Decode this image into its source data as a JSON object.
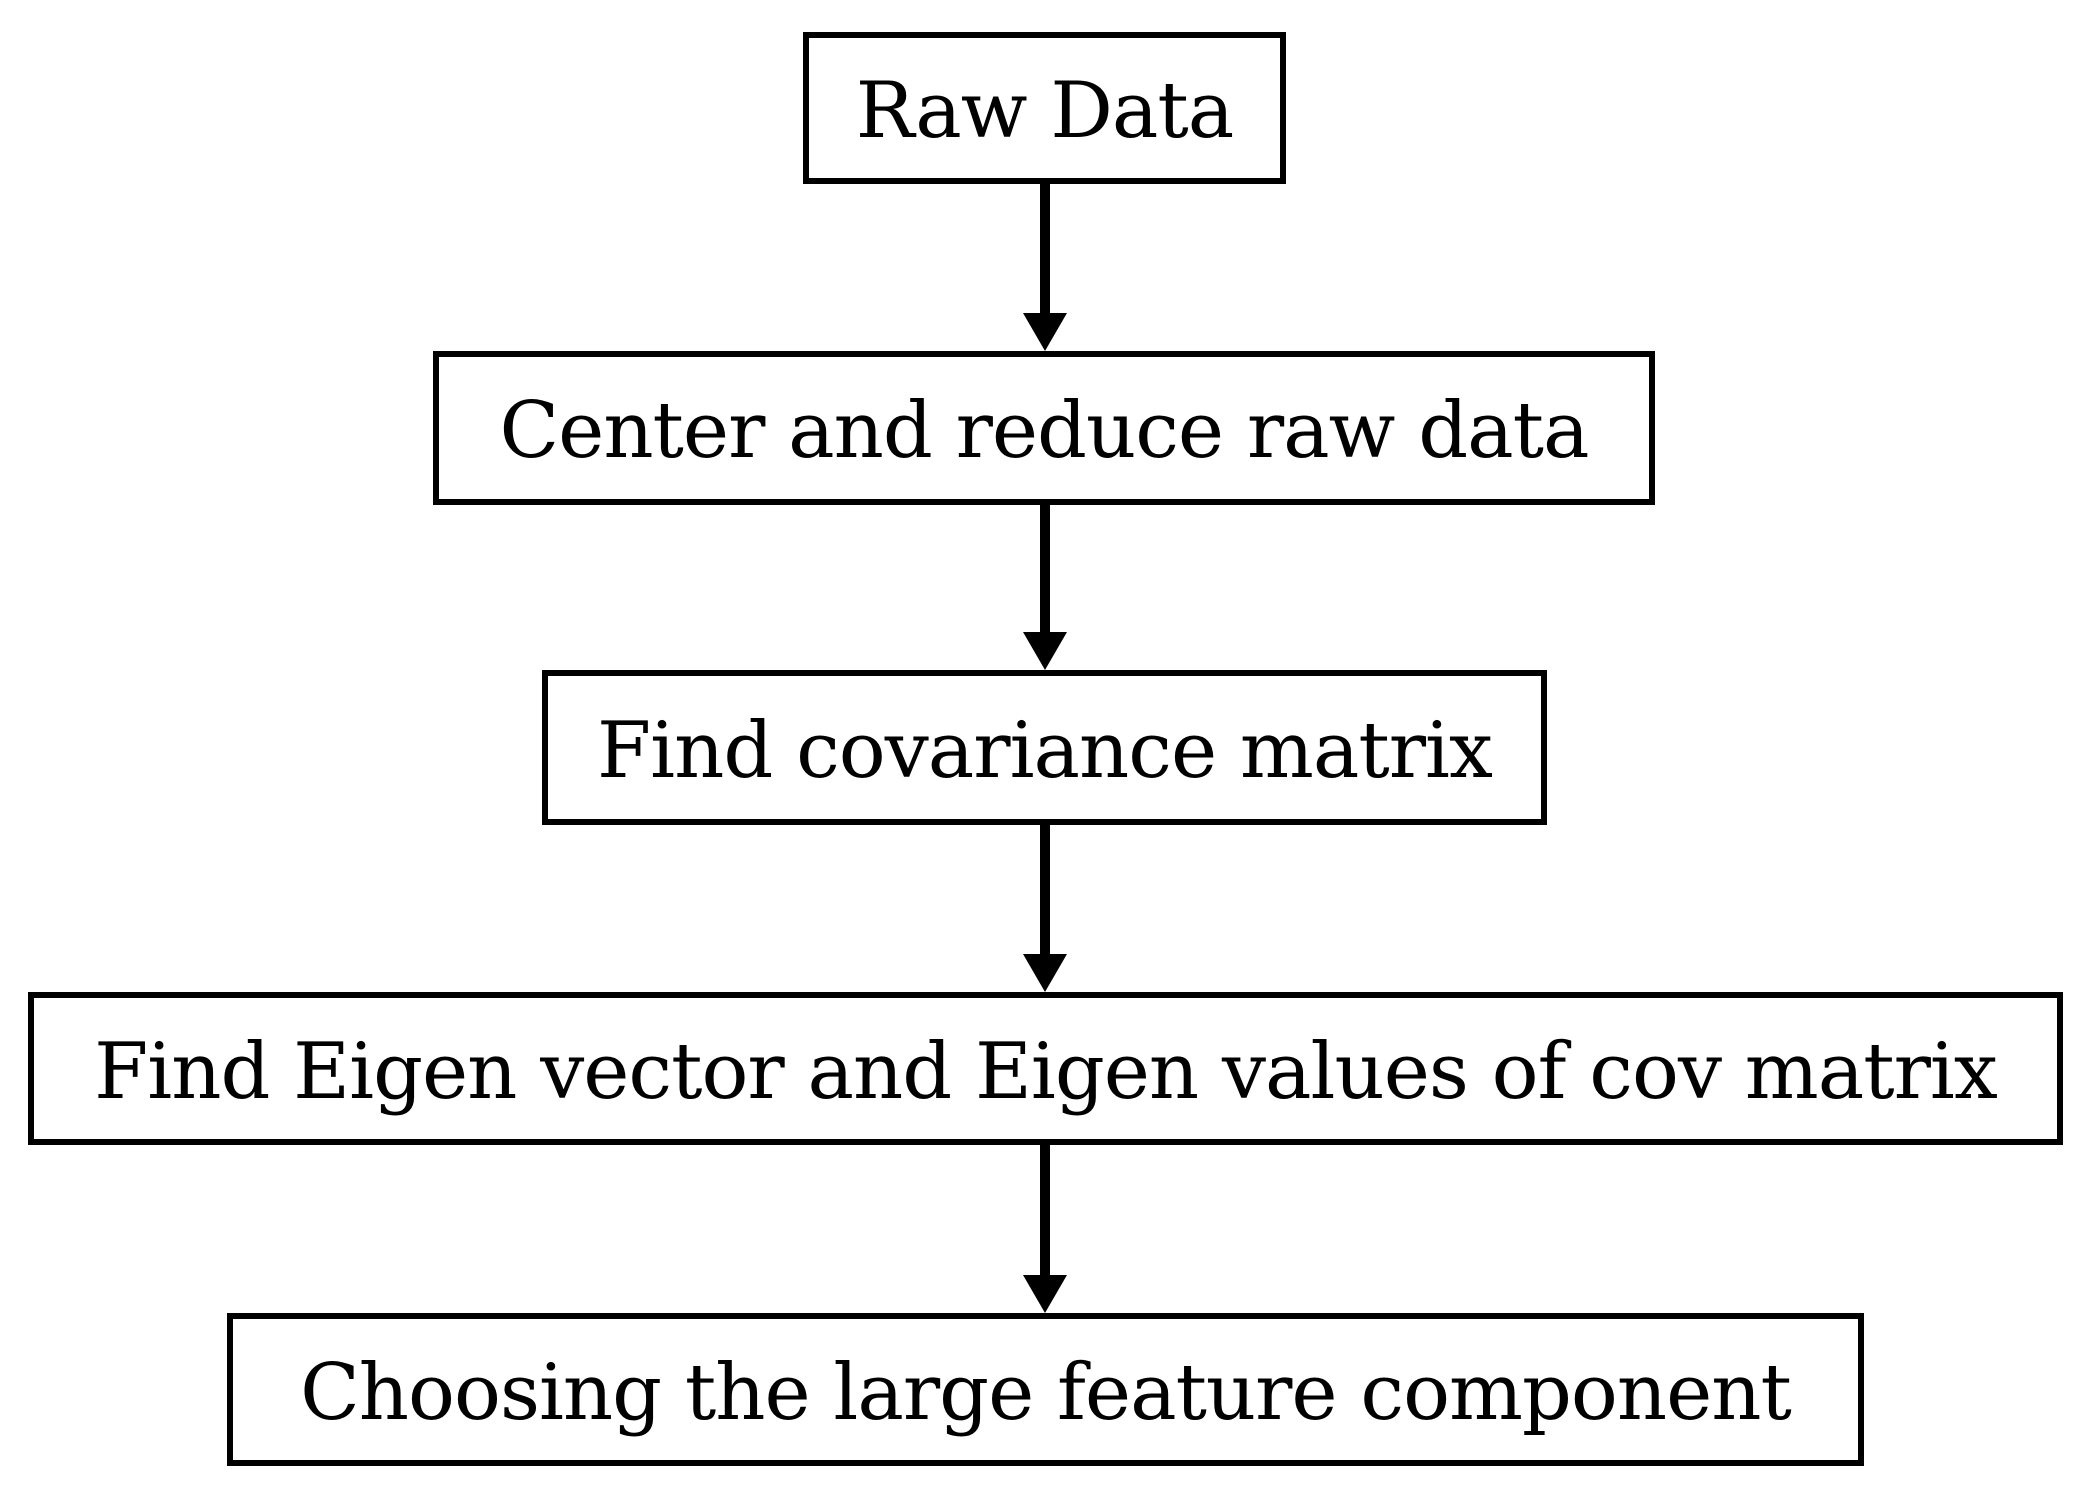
{
  "diagram": {
    "type": "flowchart",
    "direction": "top-down",
    "background_color": "#ffffff",
    "line_color": "#000000",
    "text_color": "#000000",
    "nodes": [
      {
        "id": "raw-data",
        "label": "Raw Data"
      },
      {
        "id": "center-reduce",
        "label": "Center and reduce raw data"
      },
      {
        "id": "covariance",
        "label": "Find covariance matrix"
      },
      {
        "id": "eigen",
        "label": "Find Eigen vector and Eigen values of cov matrix"
      },
      {
        "id": "choose-component",
        "label": "Choosing the large feature component"
      }
    ],
    "edges": [
      {
        "from": "raw-data",
        "to": "center-reduce",
        "style": "solid-arrow-down"
      },
      {
        "from": "center-reduce",
        "to": "covariance",
        "style": "solid-arrow-down"
      },
      {
        "from": "covariance",
        "to": "eigen",
        "style": "solid-arrow-down"
      },
      {
        "from": "eigen",
        "to": "choose-component",
        "style": "solid-arrow-down"
      }
    ]
  }
}
